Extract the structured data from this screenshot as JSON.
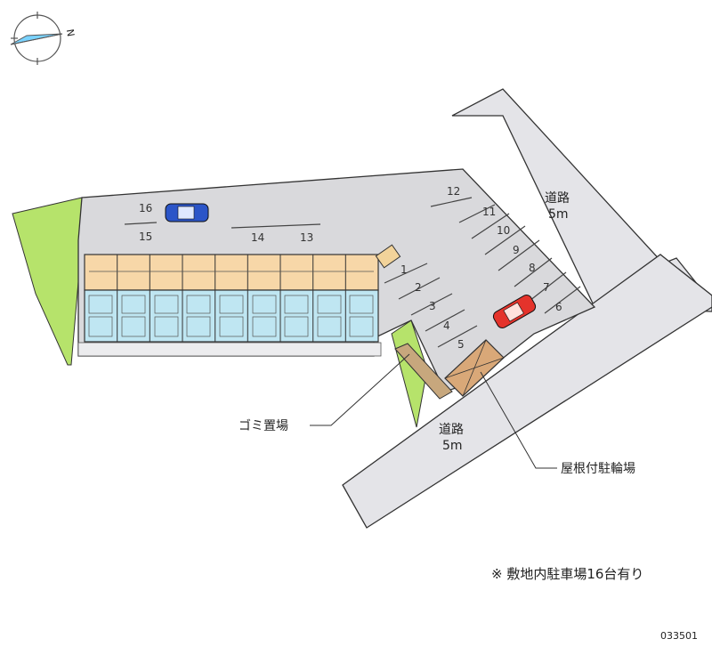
{
  "roads": [
    {
      "label": "道路",
      "width": "5m"
    },
    {
      "label": "道路",
      "width": "5m"
    }
  ],
  "callouts": {
    "garbage": "ゴミ置場",
    "bicycle_shelter": "屋根付駐輪場"
  },
  "parking_numbers": [
    "1",
    "2",
    "3",
    "4",
    "5",
    "6",
    "7",
    "8",
    "9",
    "10",
    "11",
    "12",
    "13",
    "14",
    "15",
    "16"
  ],
  "note": "※ 敷地内駐車場16台有り",
  "code": "033501",
  "compass": {
    "north_label": "N"
  },
  "colors": {
    "road": "#e4e4e8",
    "lot": "#d9d9dc",
    "green": "#b6e36b",
    "building_upper": "#f7d7a8",
    "building_lower": "#bfe6f2",
    "car_blue": "#2b55c8",
    "car_red": "#e4332b",
    "shelter": "#d9a878"
  }
}
